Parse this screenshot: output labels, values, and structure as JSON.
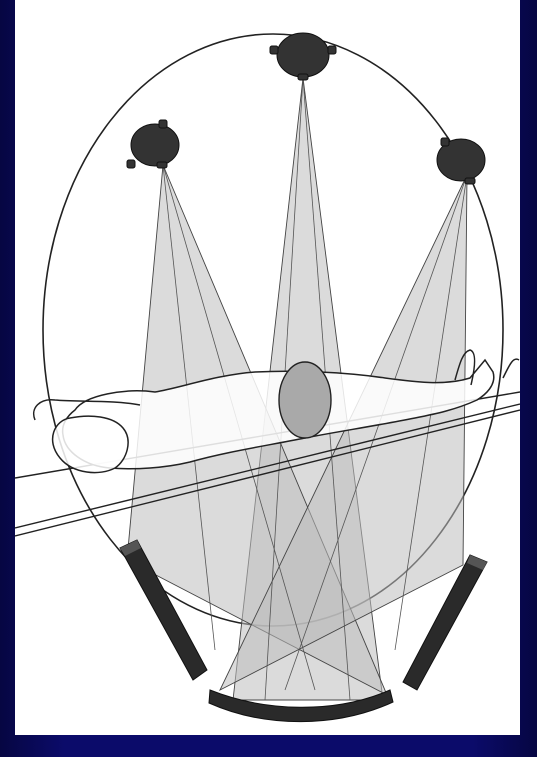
{
  "slide": {
    "background_color": "#0b0b6a",
    "panel_color": "#ffffff"
  },
  "figure": {
    "subject": "patient-on-table",
    "sources": [
      "x-ray-source-left",
      "x-ray-source-top",
      "x-ray-source-right"
    ],
    "detectors": [
      "detector-left",
      "detector-bottom",
      "detector-right"
    ],
    "beam_color": "#cfcfcf",
    "detector_color": "#2a2a2a",
    "source_color": "#333333",
    "line_color": "#222222"
  }
}
